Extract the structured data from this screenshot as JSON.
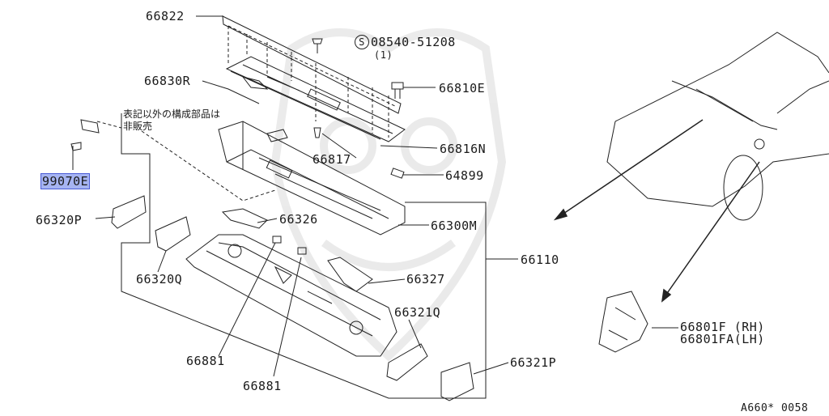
{
  "diagram": {
    "watermark_icon": "mascot-watermark",
    "part_labels": {
      "p66822": "66822",
      "screw_code": "08540-51208",
      "screw_qty": "(1)",
      "screw_symbol": "S",
      "p66830R": "66830R",
      "p66810E": "66810E",
      "p66816N": "66816N",
      "p66817": "66817",
      "p64899": "64899",
      "p99070E": "99070E",
      "p66320P": "66320P",
      "p66326": "66326",
      "p66300M": "66300M",
      "p66110": "66110",
      "p66320Q": "66320Q",
      "p66327": "66327",
      "p66321Q": "66321Q",
      "p66881_a": "66881",
      "p66881_b": "66881",
      "p66321P": "66321P",
      "p66801F": "66801F (RH)",
      "p66801FA": "66801FA(LH)"
    },
    "note_line1": "表記以外の構成部品は",
    "note_line2": "非販売",
    "diagram_code": "A660* 0058",
    "highlight_color": "#a6b4f2"
  }
}
